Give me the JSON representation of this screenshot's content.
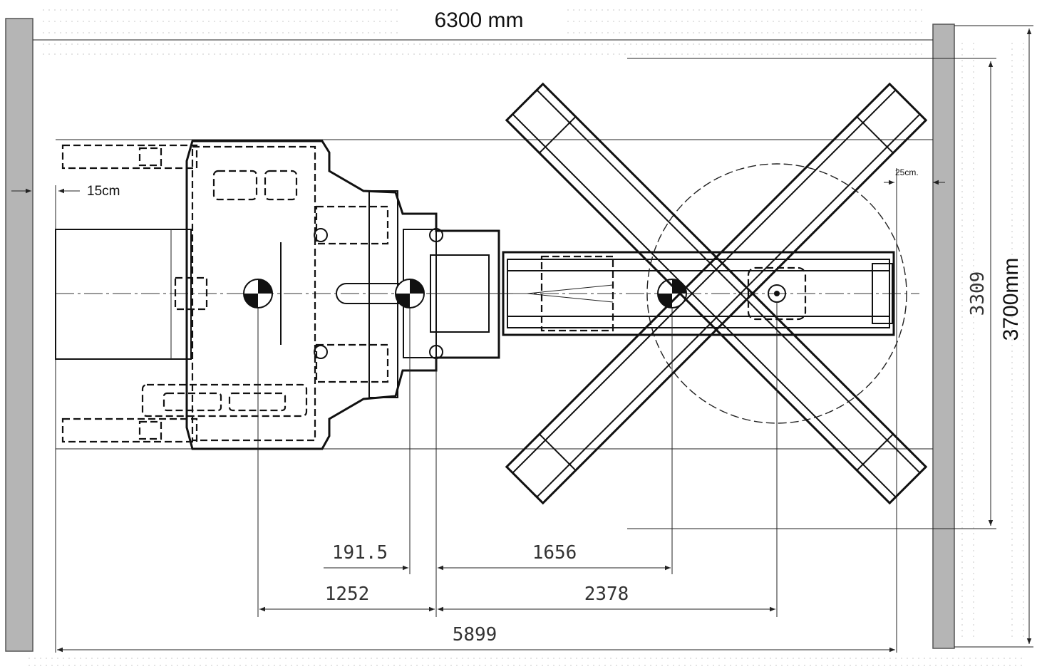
{
  "dimensions": {
    "room_width": "6300 mm",
    "room_depth": "3700mm",
    "inner_depth": "3309",
    "wall_clearance": "15cm",
    "rear_clearance": "25cm.",
    "d1": "191.5",
    "d2": "1656",
    "d3": "1252",
    "d4": "2378",
    "overall_length": "5899"
  }
}
